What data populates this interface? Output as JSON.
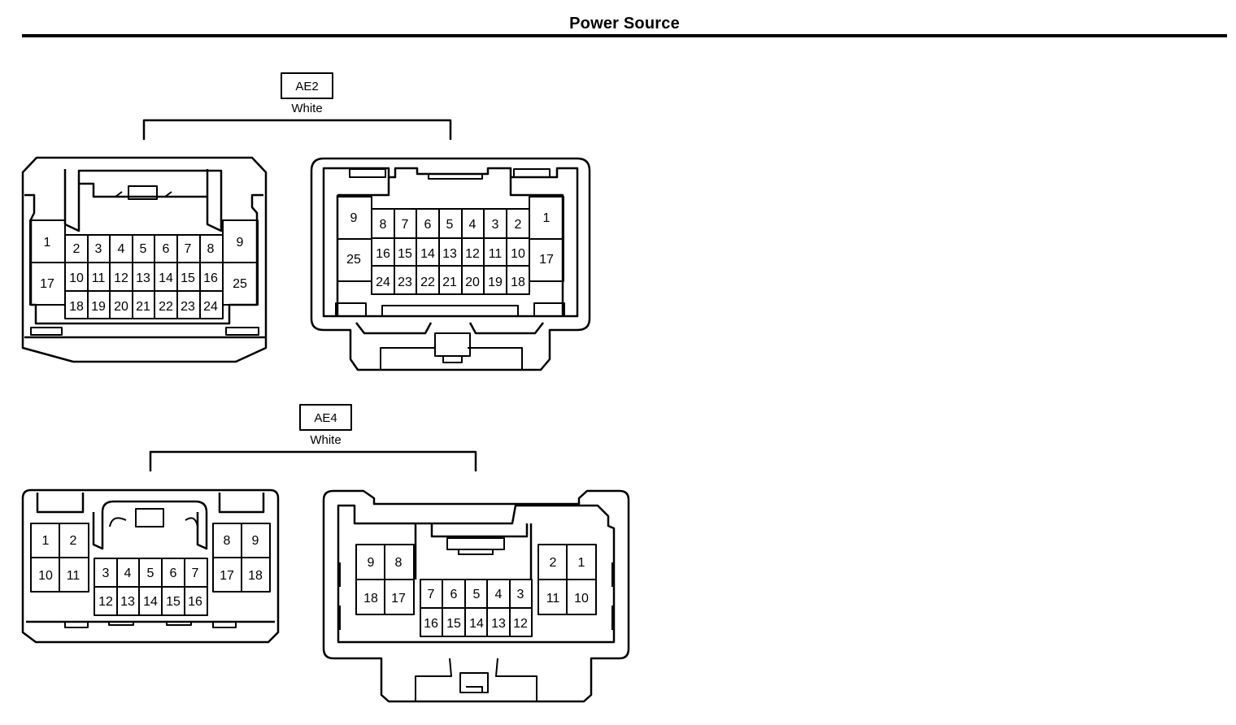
{
  "title": "Power Source",
  "connectors": [
    {
      "code": "AE2",
      "color": "White",
      "left_view_pins": [
        "1",
        "2",
        "3",
        "4",
        "5",
        "6",
        "7",
        "8",
        "9",
        "10",
        "11",
        "12",
        "13",
        "14",
        "15",
        "16",
        "17",
        "18",
        "19",
        "20",
        "21",
        "22",
        "23",
        "24",
        "25"
      ],
      "right_view_pins": [
        "9",
        "8",
        "7",
        "6",
        "5",
        "4",
        "3",
        "2",
        "1",
        "25",
        "16",
        "15",
        "14",
        "13",
        "12",
        "11",
        "10",
        "17",
        "24",
        "23",
        "22",
        "21",
        "20",
        "19",
        "18"
      ]
    },
    {
      "code": "AE4",
      "color": "White",
      "left_view_pins": [
        "1",
        "2",
        "10",
        "11",
        "8",
        "9",
        "17",
        "18",
        "3",
        "4",
        "5",
        "6",
        "7",
        "12",
        "13",
        "14",
        "15",
        "16"
      ],
      "right_view_pins": [
        "9",
        "8",
        "18",
        "17",
        "2",
        "1",
        "11",
        "10",
        "7",
        "6",
        "5",
        "4",
        "3",
        "16",
        "15",
        "14",
        "13",
        "12"
      ]
    }
  ]
}
